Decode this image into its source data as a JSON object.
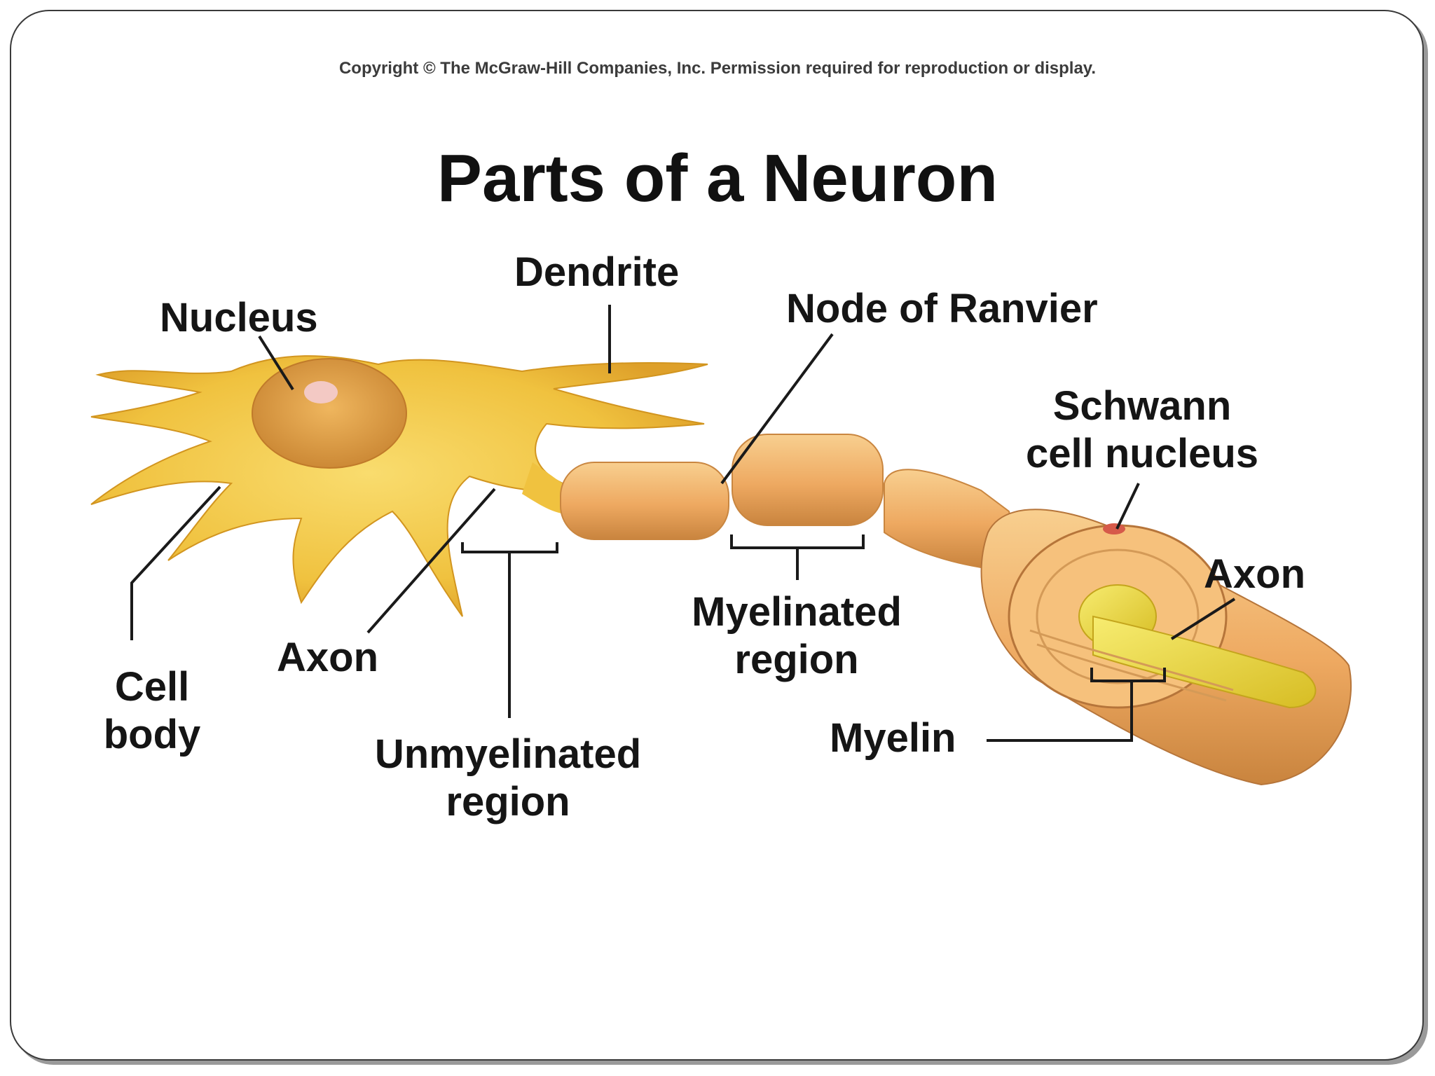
{
  "copyright": "Copyright © The McGraw-Hill Companies, Inc. Permission required for reproduction or display.",
  "title": "Parts of a Neuron",
  "labels": {
    "dendrite": "Dendrite",
    "nucleus": "Nucleus",
    "node_of_ranvier": "Node of Ranvier",
    "schwann_line1": "Schwann",
    "schwann_line2": "cell nucleus",
    "axon_right": "Axon",
    "myelinated_line1": "Myelinated",
    "myelinated_line2": "region",
    "axon_left": "Axon",
    "cell_body_line1": "Cell",
    "cell_body_line2": "body",
    "unmyelinated_line1": "Unmyelinated",
    "unmyelinated_line2": "region",
    "myelin": "Myelin"
  },
  "colors": {
    "cell_body": "#f3c540",
    "cell_body_dark": "#d99a1a",
    "nucleus": "#e1a24a",
    "myelin": "#f0b467",
    "myelin_dark": "#c8843c",
    "axon_core": "#f2e24a",
    "leader_line": "#1a1a1a"
  }
}
